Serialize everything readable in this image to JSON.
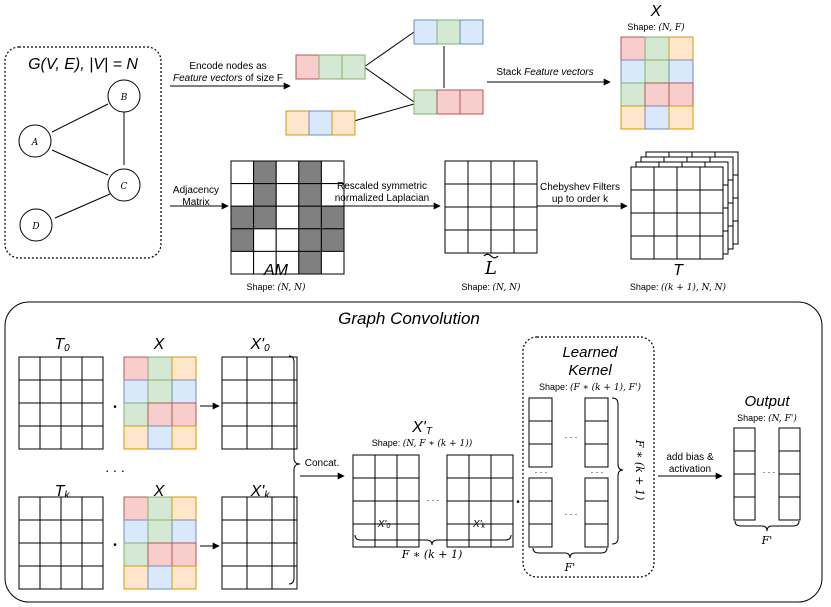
{
  "colors": {
    "red": "#f8cecc",
    "red_stroke": "#b85450",
    "green": "#d5e8d4",
    "green_stroke": "#82b366",
    "blue": "#dae8fc",
    "blue_stroke": "#6c8ebf",
    "orange": "#ffe6cc",
    "orange_stroke": "#d79b00",
    "dark_cell": "#808080"
  },
  "graph": {
    "title": "G(V, E), |V| = N",
    "nodes": [
      "A",
      "B",
      "C",
      "D"
    ]
  },
  "encode": {
    "line1": "Encode nodes as",
    "line2_italic": "Feature vectors",
    "line2_rest": " of size F"
  },
  "stack": {
    "prefix": "Stack ",
    "italic": "Feature vectors"
  },
  "feature_matrix_x": {
    "title": "X",
    "shape_prefix": "Shape: ",
    "shape_math": "(N, F)",
    "colors": [
      [
        "red",
        "green",
        "orange"
      ],
      [
        "blue",
        "green",
        "blue"
      ],
      [
        "green",
        "red",
        "red"
      ],
      [
        "orange",
        "blue",
        "orange"
      ]
    ]
  },
  "adjacency": {
    "label_lines": [
      "Adjacency",
      "Matrix"
    ],
    "title": "AM",
    "shape_prefix": "Shape: ",
    "shape_math": "(N, N)",
    "dark": [
      [
        false,
        true,
        false,
        true,
        false
      ],
      [
        false,
        true,
        false,
        true,
        false
      ],
      [
        true,
        true,
        false,
        true,
        true
      ],
      [
        true,
        false,
        false,
        true,
        true
      ],
      [
        false,
        false,
        false,
        true,
        false
      ]
    ]
  },
  "laplacian": {
    "label_lines": [
      "Rescaled symmetric",
      "normalized Laplacian"
    ],
    "title": "L",
    "shape_prefix": "Shape: ",
    "shape_math": "(N, N)"
  },
  "chebyshev": {
    "label_lines": [
      "Chebyshev Filters",
      "up to order k"
    ],
    "title": "T",
    "shape_prefix": "Shape: ",
    "shape_math": "((k + 1), N, N)"
  },
  "graph_conv": {
    "title": "Graph Convolution",
    "t0": "T",
    "t0_sub": "0",
    "tk": "T",
    "tk_sub": "k",
    "x_label": "X",
    "x0_prime": "X'",
    "x0_sub": "0",
    "xk_prime": "X'",
    "xk_sub": "k",
    "ellipsis_vertical": ". . .",
    "dot": "•",
    "concat": "Concat.",
    "xt": {
      "title": "X'",
      "title_sub": "T",
      "shape_prefix": "Shape: ",
      "shape_math": "(N, F ∗ (k + 1))"
    },
    "xt_col0_label": "X'",
    "xt_col0_sub": "0",
    "xt_colk_label": "X'",
    "xt_colk_sub": "k",
    "xt_brace_label": "F ∗ (k + 1)",
    "h_ellipsis": ". . .",
    "kernel": {
      "title_lines": [
        "Learned",
        "Kernel"
      ],
      "shape_prefix": "Shape: ",
      "shape_math": "(F ∗ (k + 1), F')",
      "brace_right_label": "F ∗ (k + 1)",
      "brace_bottom_label": "F'"
    },
    "bias_lines": [
      "add bias &",
      "activation"
    ],
    "output": {
      "title": "Output",
      "shape_prefix": "Shape: ",
      "shape_math": "(N, F')",
      "brace_label": "F'"
    }
  }
}
